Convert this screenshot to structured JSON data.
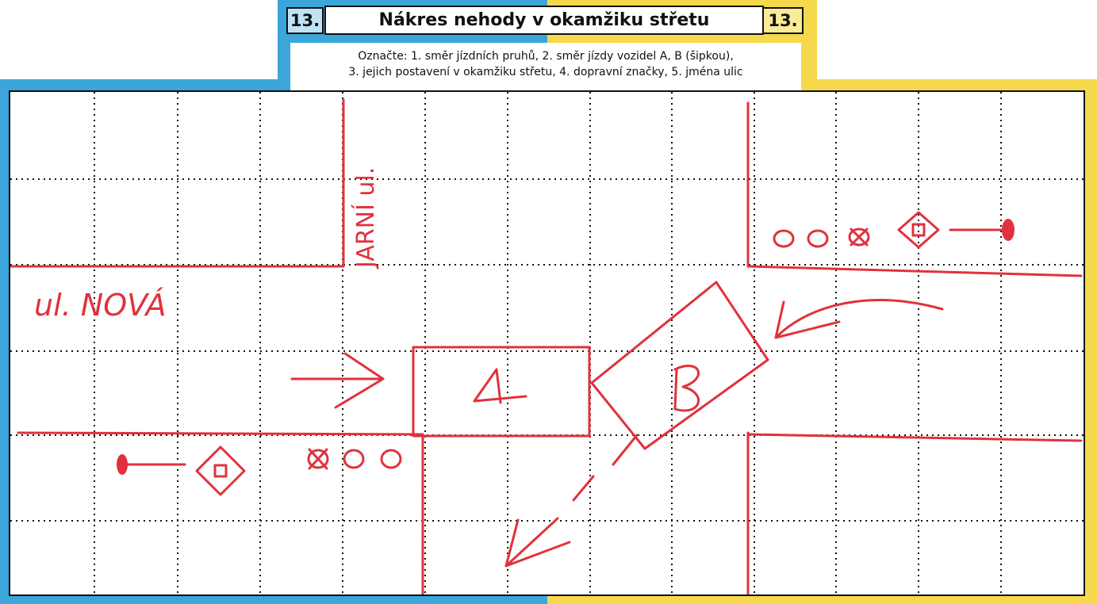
{
  "form": {
    "section_number_left": "13.",
    "section_number_right": "13.",
    "title": "Nákres nehody v okamžiku střetu",
    "instructions": [
      "Označte:  1. směr jízdních pruhů, 2. směr jízdy vozidel A, B (šipkou),",
      "3. jejich postavení v okamžiku střetu, 4. dopravní značky, 5. jména ulic"
    ]
  },
  "colors": {
    "driver_a_band": "#3aa6da",
    "driver_b_band": "#f6d84c",
    "ink": "#e0323c",
    "grid": "#111111"
  },
  "sketch": {
    "street_names": [
      "ul. NOVÁ",
      "JARNÍ ul."
    ],
    "vehicle_labels": [
      "A",
      "B"
    ]
  }
}
